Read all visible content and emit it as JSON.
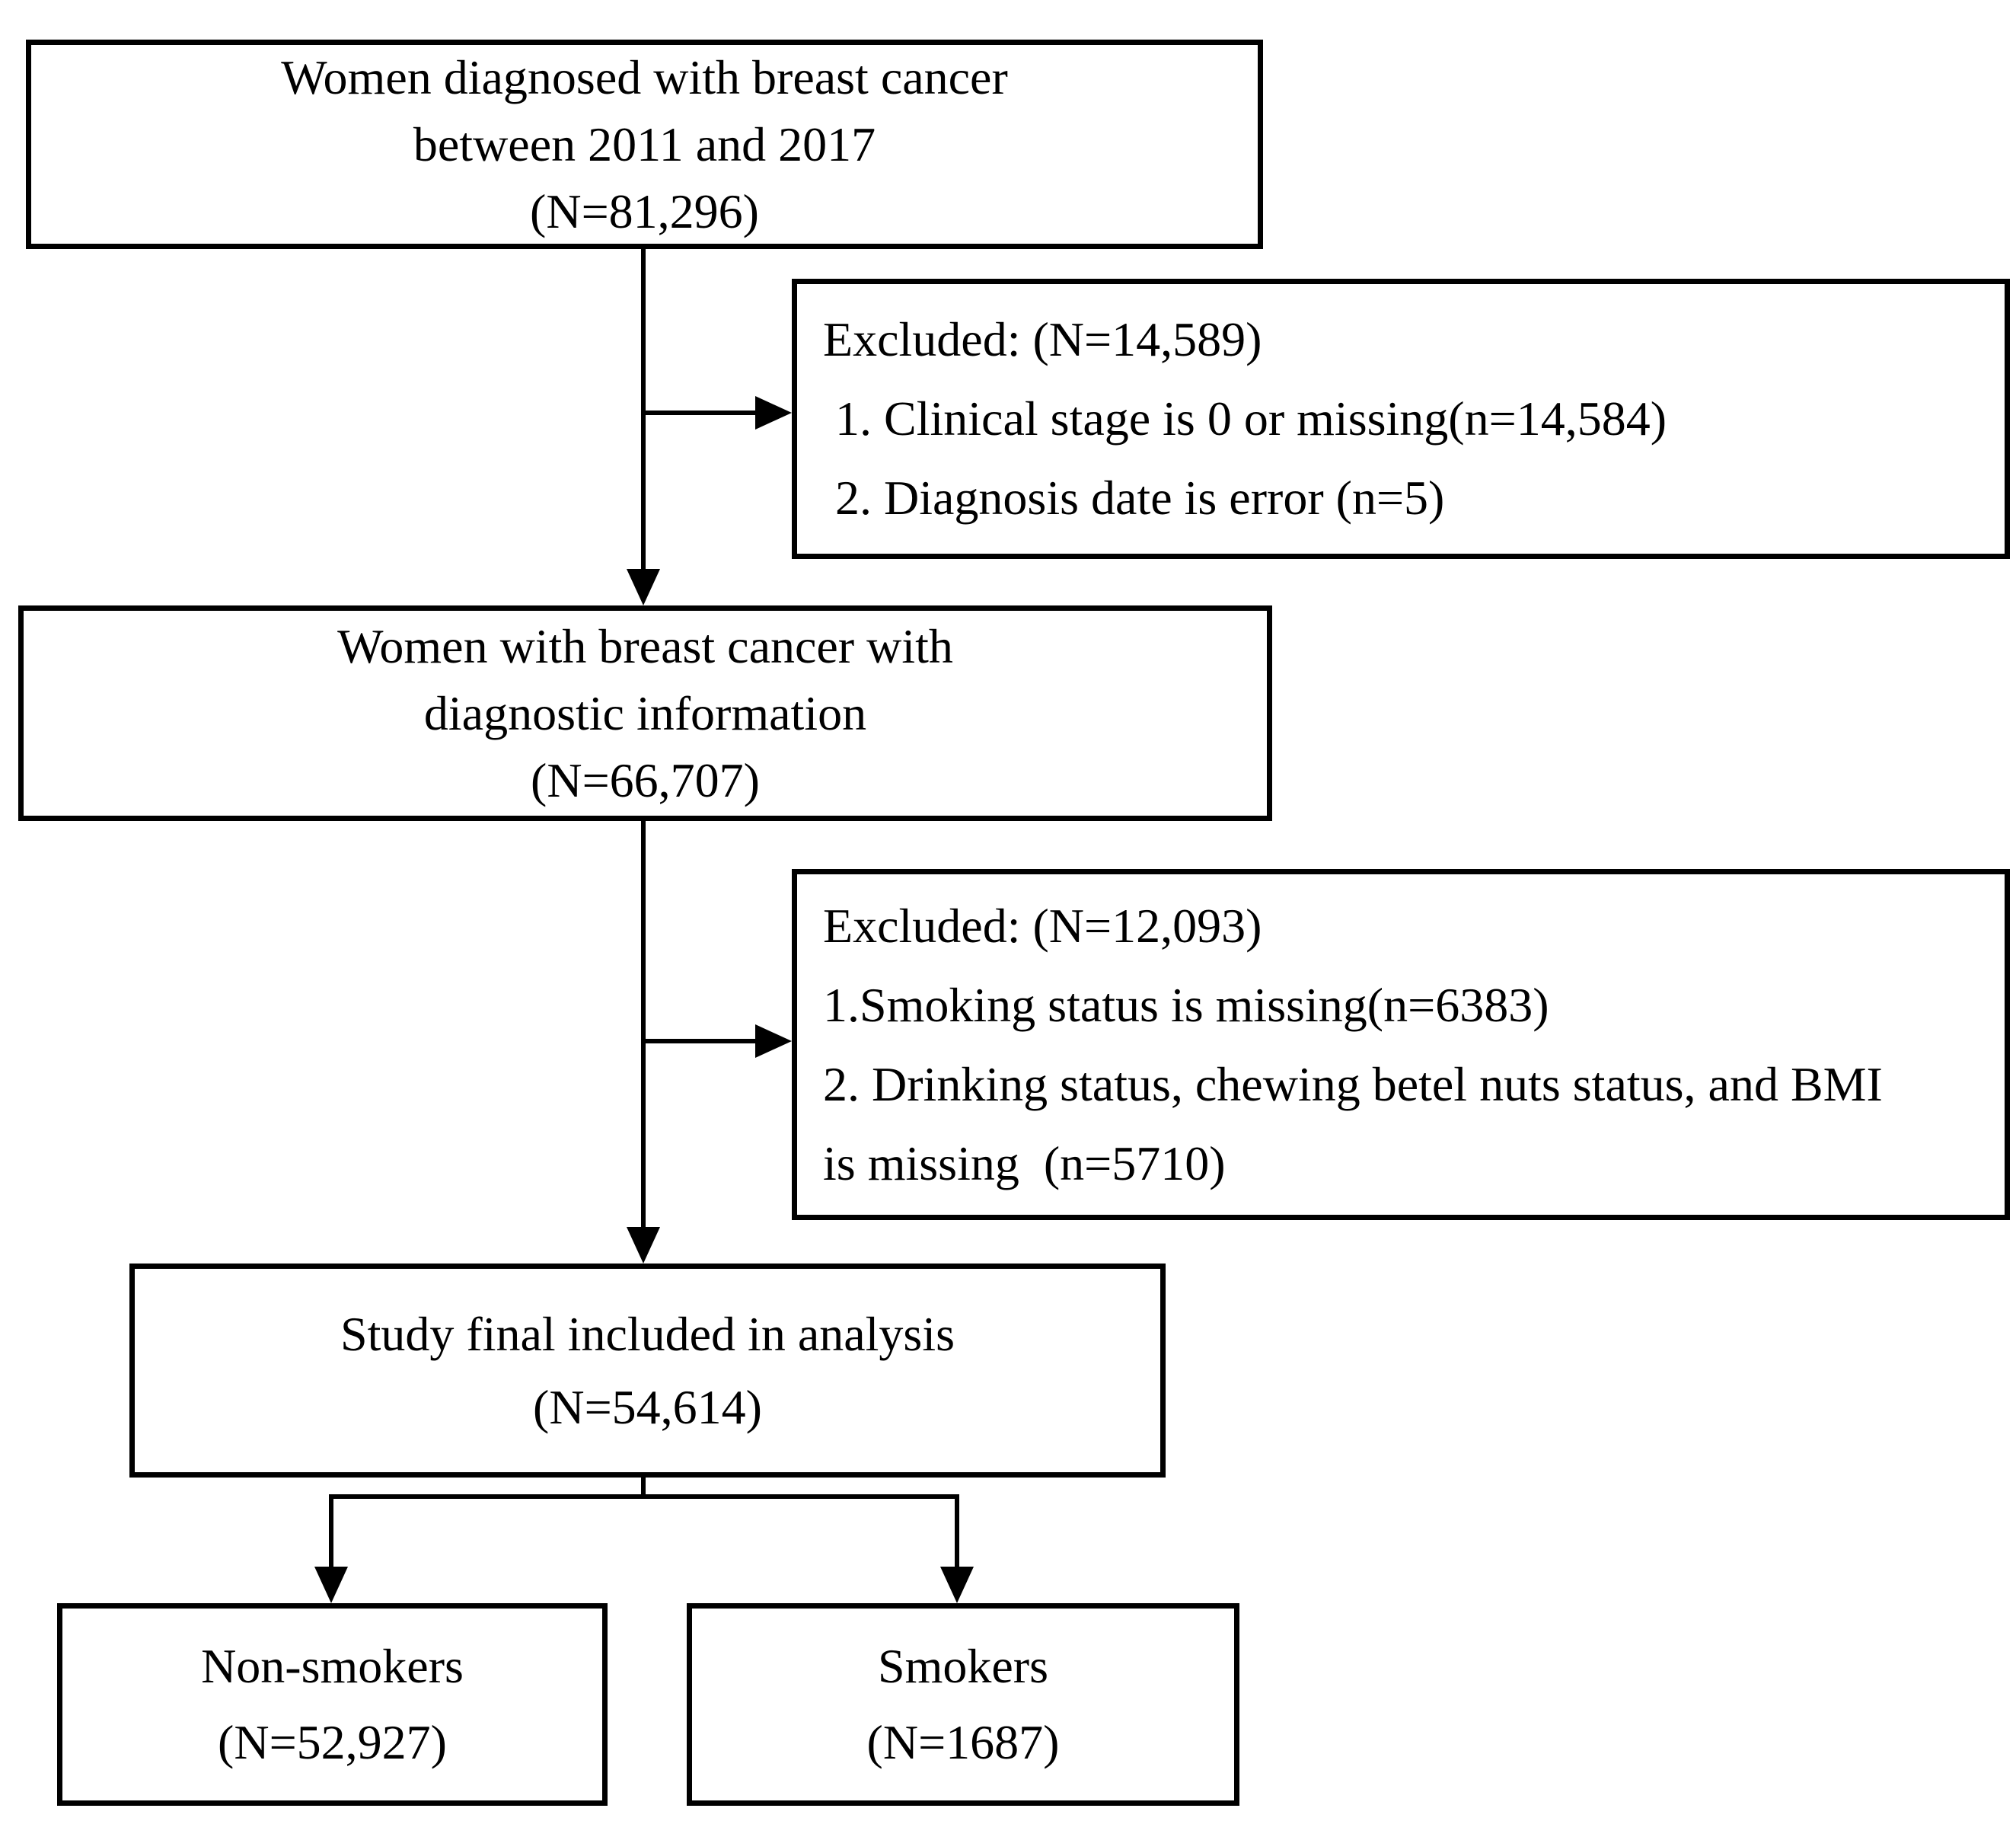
{
  "diagram": {
    "type": "study-flowchart",
    "colors": {
      "background": "#ffffff",
      "line": "#000000",
      "text": "#000000"
    },
    "boxes": {
      "population": {
        "lines": [
          "Women diagnosed with breast cancer",
          "between 2011 and 2017",
          "(N=81,296)"
        ]
      },
      "excluded1": {
        "lines": [
          "Excluded: (N=14,589)",
          " 1. Clinical stage is 0 or missing(n=14,584)",
          " 2. Diagnosis date is error (n=5)"
        ]
      },
      "diagnostic": {
        "lines": [
          "Women with breast cancer with",
          "diagnostic information",
          "(N=66,707)"
        ]
      },
      "excluded2": {
        "lines": [
          "Excluded: (N=12,093)",
          "1.Smoking status is missing(n=6383)",
          "2. Drinking status, chewing betel nuts status, and BMI",
          "is missing  (n=5710)"
        ]
      },
      "final": {
        "lines": [
          "Study final included in analysis",
          "(N=54,614)"
        ]
      },
      "nonsmokers": {
        "lines": [
          "Non-smokers",
          "(N=52,927)"
        ]
      },
      "smokers": {
        "lines": [
          "Smokers",
          "(N=1687)"
        ]
      }
    }
  }
}
